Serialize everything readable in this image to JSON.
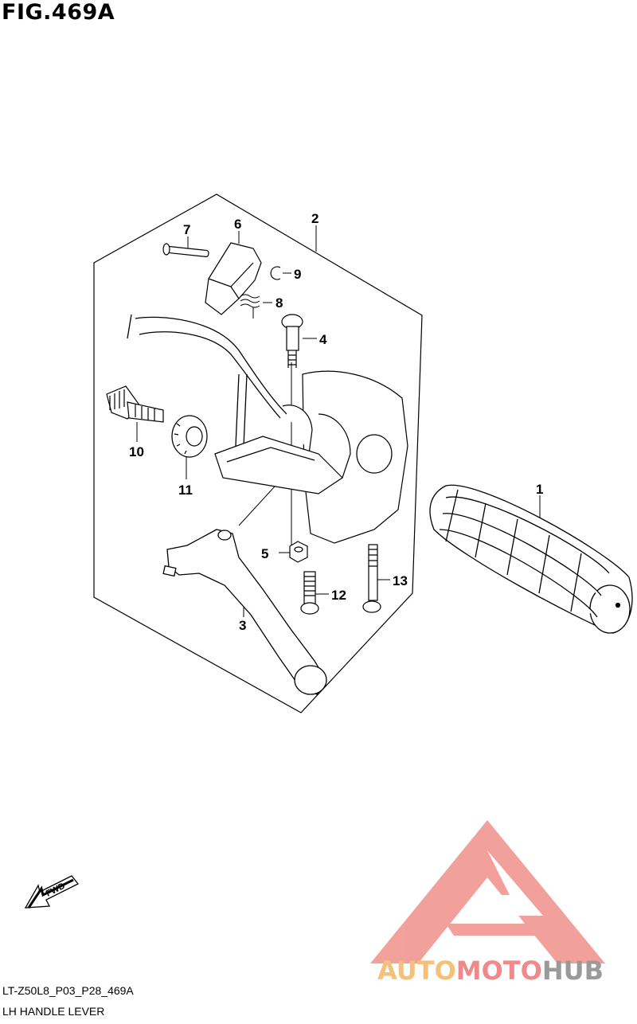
{
  "figure": {
    "title": "FIG.469A",
    "part_code": "LT-Z50L8_P03_P28_469A",
    "part_name": "LH HANDLE LEVER"
  },
  "callouts": [
    "1",
    "2",
    "3",
    "4",
    "5",
    "6",
    "7",
    "8",
    "9",
    "10",
    "11",
    "12",
    "13"
  ],
  "fwd_label": "FWD",
  "watermark": {
    "auto": "AUTO",
    "moto": "MOTO",
    "hub": "HUB",
    "colors": {
      "auto": "#f6c07a",
      "moto": "#f08a8a",
      "hub": "#9a9a9a",
      "triangle": "#f0908a"
    }
  },
  "line_color": "#000000"
}
